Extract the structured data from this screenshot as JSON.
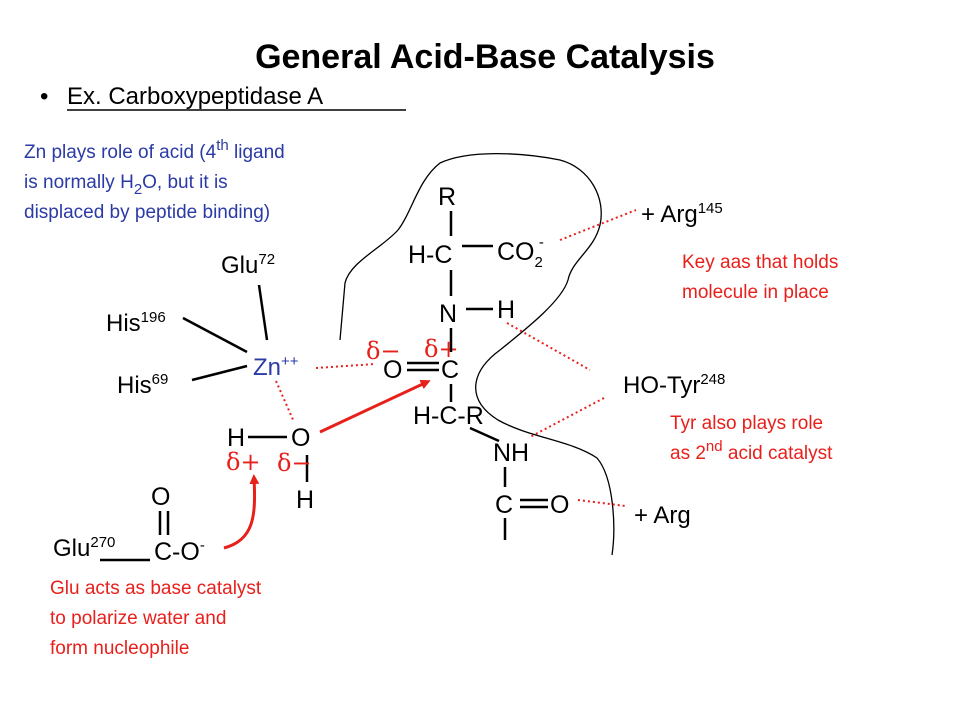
{
  "title": "General Acid-Base Catalysis",
  "bullet": {
    "mark": "•",
    "text": "Ex. Carboxypeptidase A"
  },
  "zn_note": {
    "line1_a": "Zn plays role of acid (4",
    "line1_sup": "th",
    "line1_b": " ligand",
    "line2_a": "is normally H",
    "line2_sub": "2",
    "line2_b": "O, but it is",
    "line3": "displaced by peptide binding)"
  },
  "residues": {
    "glu72": {
      "name": "Glu",
      "num": "72"
    },
    "his196": {
      "name": "His",
      "num": "196"
    },
    "his69": {
      "name": "His",
      "num": "69"
    },
    "zn": {
      "name": "Zn",
      "charge": "++"
    },
    "arg145": {
      "name": "+ Arg",
      "num": "145"
    },
    "tyr248": {
      "name": "HO-Tyr",
      "num": "248"
    },
    "arg": {
      "name": "+ Arg"
    },
    "glu270": {
      "name": "Glu",
      "num": "270"
    }
  },
  "molecule": {
    "R": "R",
    "HC": "H-C",
    "CO2": "CO",
    "CO2_sub": "2",
    "CO2_sup": "-",
    "N": "N",
    "H_amide": "H",
    "O_carbonyl": "O",
    "C_carbonyl": "C",
    "HCR": "H-C-R",
    "NH": "NH",
    "C_bottom": "C",
    "O_bottom": "O"
  },
  "water": {
    "H_top": "H",
    "O": "O",
    "H_bottom": "H"
  },
  "glu270_group": {
    "O_top": "O",
    "CO": "C-O",
    "charge": "-"
  },
  "deltas": {
    "minus": "δ−",
    "plus": "δ+"
  },
  "notes": {
    "key_aas": [
      "Key aas that holds",
      "molecule in place"
    ],
    "tyr": [
      "Tyr also plays role",
      "as 2",
      "nd",
      " acid catalyst"
    ],
    "glu": [
      "Glu acts as base catalyst",
      "to polarize water and",
      "form nucleophile"
    ]
  },
  "colors": {
    "accent_red": "#e8201c",
    "note_blue": "#2a3aa6",
    "text": "#000000"
  }
}
